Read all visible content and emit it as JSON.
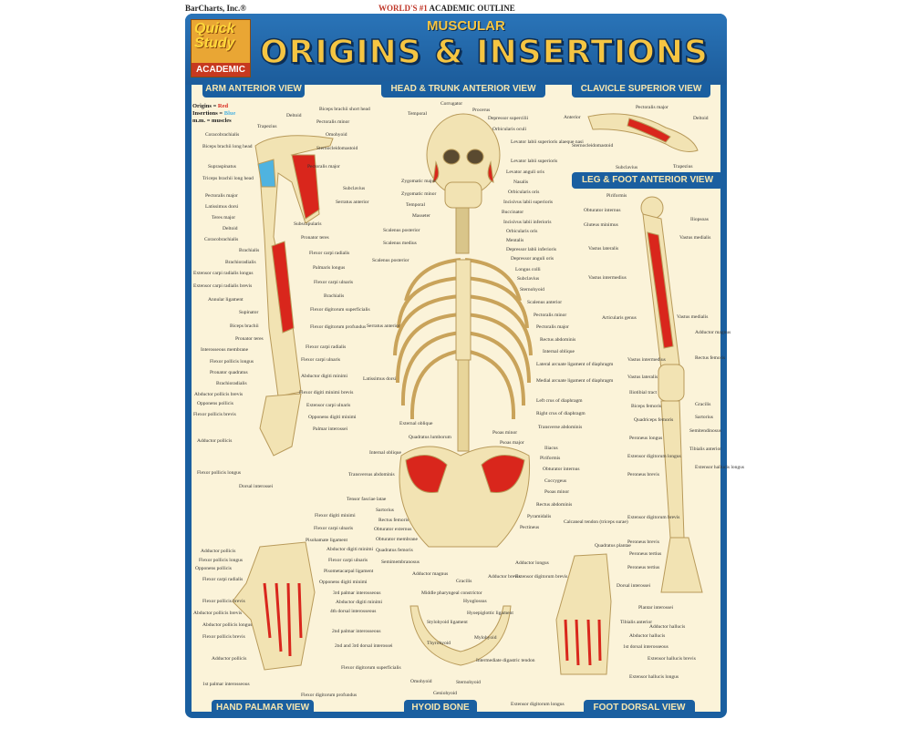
{
  "publisher": "BarCharts, Inc.®",
  "tagline": {
    "highlight": "WORLD'S #1",
    "rest": "ACADEMIC OUTLINE"
  },
  "logo": {
    "line1": "Quick",
    "line2": "Study",
    "line3": "ACADEMIC"
  },
  "header": {
    "subtitle": "MUSCULAR",
    "title": "ORIGINS & INSERTIONS"
  },
  "sections": {
    "arm": "ARM ANTERIOR VIEW",
    "head_trunk": "HEAD & TRUNK ANTERIOR VIEW",
    "clavicle": "CLAVICLE SUPERIOR VIEW",
    "leg_foot": "LEG & FOOT ANTERIOR VIEW",
    "hand": "HAND PALMAR VIEW",
    "hyoid": "HYOID BONE",
    "foot": "FOOT DORSAL VIEW"
  },
  "legend": {
    "origins_label": "Origins =",
    "origins_value": "Red",
    "insertions_label": "Insertions =",
    "insertions_value": "Blue",
    "mm_label": "m.m. = muscles"
  },
  "colors": {
    "origin": "#d9261c",
    "insertion": "#4fb3e0",
    "frame": "#1a5fa0",
    "panel": "#fbf3d9",
    "title": "#f5c542"
  },
  "labels": [
    "Coracobrachialis",
    "Biceps brachii long head",
    "Supraspinatus",
    "Triceps brachii long head",
    "Pectoralis major",
    "Latissimus dorsi",
    "Teres major",
    "Deltoid",
    "Coracobrachialis",
    "Brachialis",
    "Brachioradialis",
    "Extensor carpi radialis longus",
    "Extensor carpi radialis brevis",
    "Annular ligament",
    "Supinator",
    "Biceps brachii",
    "Pronator teres",
    "Interosseous membrane",
    "Flexor pollicis longus",
    "Pronator quadratus",
    "Brachioradialis",
    "Abductor pollicis brevis",
    "Opponens pollicis",
    "Flexor pollicis brevis",
    "Adductor pollicis",
    "Flexor pollicis longus",
    "Dorsal interossei",
    "Trapezius",
    "Deltoid",
    "Biceps brachii short head",
    "Pectoralis minor",
    "Omohyoid",
    "Sternocleidomastoid",
    "Pectoralis major",
    "Subclavius",
    "Serratus anterior",
    "Subscapularis",
    "Pronator teres",
    "Flexor carpi radialis",
    "Palmaris longus",
    "Flexor carpi ulnaris",
    "Brachialis",
    "Flexor digitorum superficialis",
    "Flexor digitorum profundus",
    "Flexor carpi radialis",
    "Flexor carpi ulnaris",
    "Abductor digiti minimi",
    "Flexor digiti minimi brevis",
    "Extensor carpi ulnaris",
    "Opponens digiti minimi",
    "Palmar interossei",
    "Temporal",
    "Corrugator",
    "Procerus",
    "Depressor supercilii",
    "Orbicularis oculi",
    "Levator labii superioris alaeque nasi",
    "Levator labii superioris",
    "Levator anguli oris",
    "Nasalis",
    "Orbicularis oris",
    "Incisivus labii superioris",
    "Buccinator",
    "Incisivus labii inferioris",
    "Orbicularis oris",
    "Mentalis",
    "Depressor labii inferioris",
    "Depressor anguli oris",
    "Longus colli",
    "Subclavius",
    "Sternohyoid",
    "Scalenus anterior",
    "Pectoralis minor",
    "Pectoralis major",
    "Rectus abdominis",
    "Internal oblique",
    "Lateral arcuate ligament of diaphragm",
    "Medial arcuate ligament of diaphragm",
    "Left crus of diaphragm",
    "Right crus of diaphragm",
    "Transverse abdominis",
    "Psoas minor",
    "Psoas major",
    "Iliacus",
    "Piriformis",
    "Obturator internus",
    "Coccygeus",
    "Psoas minor",
    "Rectus abdominis",
    "Pyramidalis",
    "Pectineus",
    "Zygomatic major",
    "Zygomatic minor",
    "Temporal",
    "Masseter",
    "Scalenus posterior",
    "Scalenus medius",
    "Scalenus posterior",
    "Serratus anterior",
    "Latissimus dorsi",
    "External oblique",
    "Quadratus lumborum",
    "Internal oblique",
    "Transversus abdominis",
    "Tensor fasciae latae",
    "Sartorius",
    "Rectus femoris",
    "Obturator externus",
    "Obturator membrane",
    "Quadratus femoris",
    "Semimembranosus",
    "Adductor magnus",
    "Gracilis",
    "Middle pharyngeal constrictor",
    "Hyoglossus",
    "Stylohyoid ligament",
    "Thyrohyoid",
    "Omohyoid",
    "Geniohyoid",
    "Sternohyoid",
    "Mylohyoid",
    "Hyoepiglottic ligament",
    "Intermediate digastric tendon",
    "Adductor brevis",
    "Adductor longus",
    "Extensor digitorum brevis",
    "Extensor digitorum longus",
    "Anterior",
    "Pectoralis major",
    "Deltoid",
    "Sternocleidomastoid",
    "Subclavius",
    "Trapezius",
    "Piriformis",
    "Obturator internus",
    "Gluteus minimus",
    "Iliopsoas",
    "Vastus medialis",
    "Vastus lateralis",
    "Vastus intermedius",
    "Articularis genus",
    "Vastus medialis",
    "Adductor magnus",
    "Rectus femoris",
    "Vastus intermedius",
    "Vastus lateralis",
    "Iliotibial tract",
    "Biceps femoris",
    "Quadriceps femoris",
    "Peroneus longus",
    "Extensor digitorum longus",
    "Peroneus brevis",
    "Gracilis",
    "Sartorius",
    "Semitendinosus",
    "Tibialis anterior",
    "Extensor hallucis longus",
    "Peroneus tertius",
    "Calcaneal tendon (triceps surae)",
    "Quadratus plantae",
    "Extensor digitorum brevis",
    "Peroneus brevis",
    "Peroneus tertius",
    "Dorsal interossei",
    "Plantar interossei",
    "Tibialis anterior",
    "Abductor hallucis",
    "Adductor hallucis",
    "1st dorsal interosseous",
    "Extensor hallucis brevis",
    "Extensor hallucis longus",
    "Flexor digiti minimi",
    "Flexor carpi ulnaris",
    "Pisohamate ligament",
    "Abductor digiti minimi",
    "Flexor carpi ulnaris",
    "Pisometacarpal ligament",
    "Opponens digiti minimi",
    "3rd palmar interosseous",
    "Abductor digiti minimi",
    "4th dorsal interosseous",
    "2nd palmar interosseous",
    "2nd and 3rd dorsal interossei",
    "Flexor digitorum superficialis",
    "Flexor digitorum profundus",
    "1st palmar interosseous",
    "Adductor pollicis",
    "Flexor pollicis brevis",
    "Abductor pollicis brevis",
    "Opponens pollicis",
    "Flexor carpi radialis",
    "Adductor pollicis",
    "Flexor pollicis longus",
    "Flexor pollicis brevis",
    "Abductor pollicis longus"
  ]
}
